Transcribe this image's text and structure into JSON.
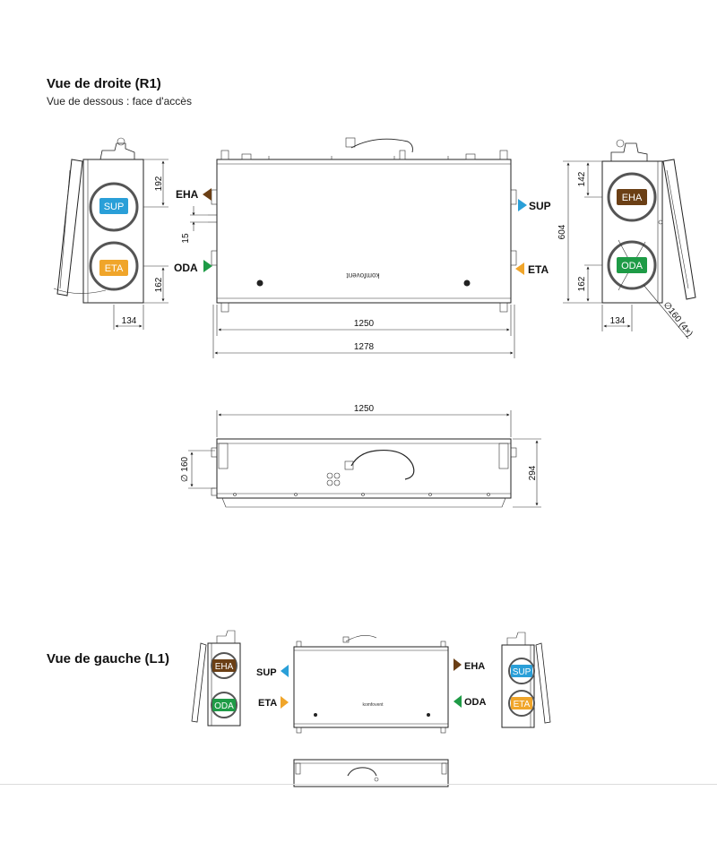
{
  "header": {
    "title_right": "Vue de droite (R1)",
    "subtitle_right": "Vue de dessous : face d'accès",
    "title_left": "Vue de gauche (L1)"
  },
  "brand": "komfovent",
  "colors": {
    "SUP": "#2a9fd8",
    "ETA": "#f0a52a",
    "EHA": "#6b3f15",
    "ODA": "#1e9b46"
  },
  "ports": {
    "SUP": "SUP",
    "ETA": "ETA",
    "EHA": "EHA",
    "ODA": "ODA"
  },
  "dimensions": {
    "d192": "192",
    "d162": "162",
    "d134": "134",
    "d15": "15",
    "d1250": "1250",
    "d1278": "1278",
    "d142": "142",
    "d604": "604",
    "dia160_4x": "∅160 (4×)",
    "dia160": "∅ 160",
    "d294": "294"
  }
}
